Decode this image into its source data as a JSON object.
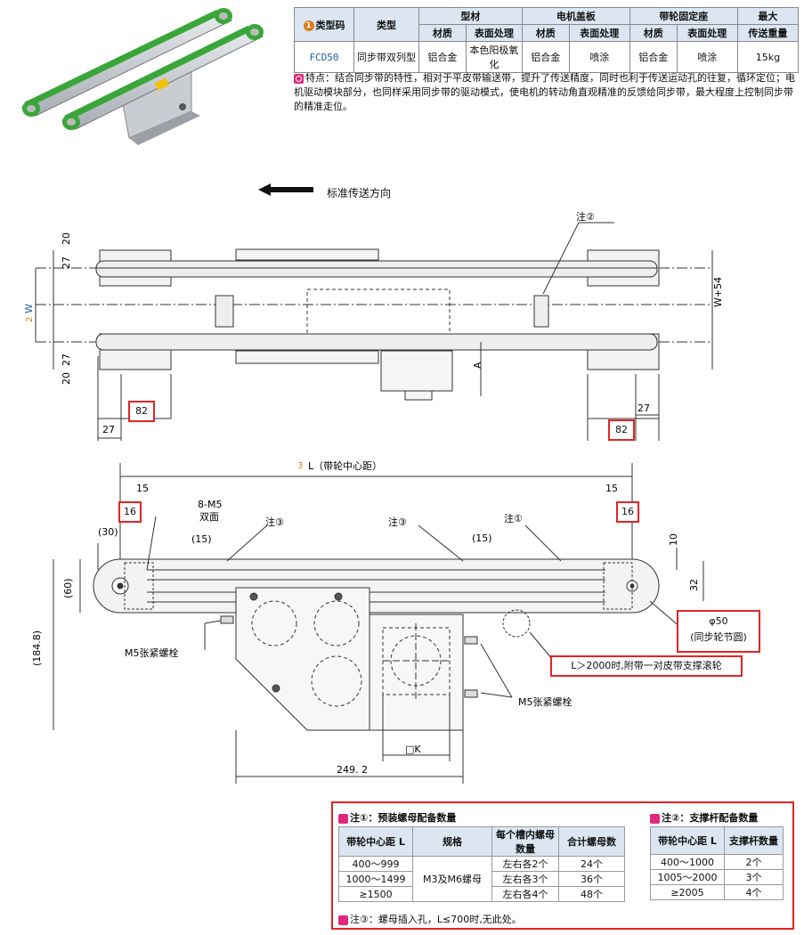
{
  "spec_table": {
    "h_type_code": "类型码",
    "h_type": "类型",
    "h_profile": "型材",
    "h_motor_cover": "电机盖板",
    "h_pulley_seat": "带轮固定座",
    "h_max_load_1": "最大",
    "h_max_load_2": "传送重量",
    "h_material": "材质",
    "h_surface": "表面处理",
    "badge_1": "1",
    "row": {
      "code": "FCD50",
      "type": "同步带双列型",
      "profile_material": "铝合金",
      "profile_surface": "本色阳极氧化",
      "motor_material": "铝合金",
      "motor_surface": "喷涂",
      "seat_material": "铝合金",
      "seat_surface": "喷涂",
      "max_load": "15kg"
    }
  },
  "feature_text": "特点：结合同步带的特性，相对于平皮带输送带，提升了传送精度，同时也利于传送运动孔的往复，循环定位；电机驱动模块部分，也同样采用同步带的驱动模式，使电机的转动角直观精准的反馈给同步带，最大程度上控制同步带的精准走位。",
  "direction_label": "标准传送方向",
  "top_view": {
    "note2": "注②",
    "dim_20_top": "20",
    "dim_27_top": "27",
    "dim_27_bot": "27",
    "dim_20_bot": "20",
    "w_label": "W",
    "w_badge": "2",
    "dim_82_left": "82",
    "dim_27_left": "27",
    "dim_82_right": "82",
    "dim_27_right": "27",
    "dim_a": "A",
    "dim_w54": "W+54"
  },
  "side_view": {
    "l_badge": "3",
    "l_label": "L（带轮中心距）",
    "dim_15_left": "15",
    "dim_16_left": "16",
    "dim_15_right": "15",
    "dim_16_right": "16",
    "m5_holes_1": "8-M5",
    "m5_holes_2": "双面",
    "dim_30": "(30)",
    "dim_15a": "(15)",
    "dim_15b": "(15)",
    "note3a": "注③",
    "note3b": "注③",
    "note1": "注①",
    "dim_10": "10",
    "dim_32": "32",
    "dim_60": "(60)",
    "dim_184": "(184.8)",
    "m5_bolt_left": "M5张紧螺栓",
    "m5_bolt_right": "M5张紧螺栓",
    "phi50_1": "φ50",
    "phi50_2": "(同步轮节圆)",
    "roller_note": "L＞2000时,附带一对皮带支撑滚轮",
    "dim_k": "□K",
    "dim_249": "249. 2"
  },
  "notes": {
    "note1_title": "注①：预装螺母配备数量",
    "note2_title": "注②：支撑杆配备数量",
    "note3": "注③：螺母插入孔，L≤700时,无此处。",
    "t1_headers": [
      "带轮中心距 L",
      "规格",
      "每个槽内螺母数量",
      "合计螺母数"
    ],
    "t1_rows": [
      [
        "400～999",
        "M3及M6螺母",
        "左右各2个",
        "24个"
      ],
      [
        "1000～1499",
        "",
        "左右各3个",
        "36个"
      ],
      [
        "≥1500",
        "",
        "左右各4个",
        "48个"
      ]
    ],
    "t2_headers": [
      "带轮中心距 L",
      "支撑杆数量"
    ],
    "t2_rows": [
      [
        "400～1000",
        "2个"
      ],
      [
        "1005～2000",
        "3个"
      ],
      [
        "≥2005",
        "4个"
      ]
    ]
  },
  "colors": {
    "accent_red": "#e52323",
    "header_blue": "#dbe6f2",
    "belt_green": "#3aa63a",
    "badge_orange": "#e07a1a"
  }
}
